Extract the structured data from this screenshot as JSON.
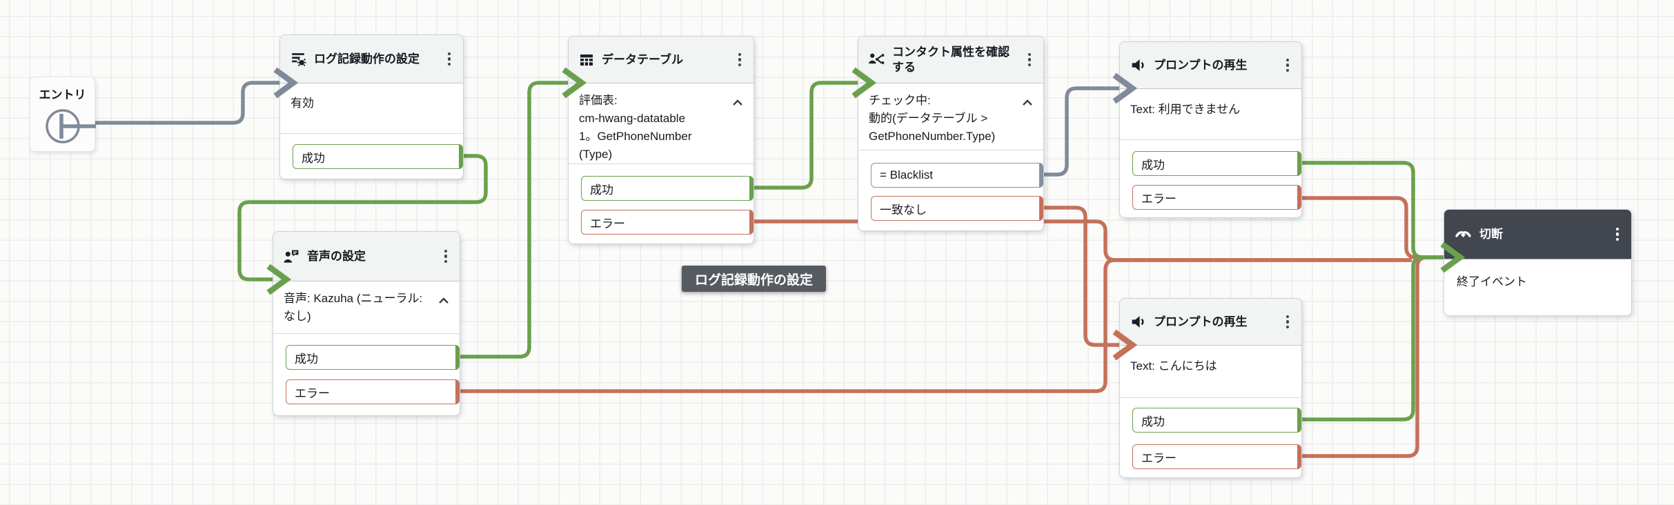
{
  "colors": {
    "success": "#6aa04d",
    "error": "#c4715a",
    "neutral": "#7f8b9a",
    "disconnect_header": "#42464e",
    "node_header_bg": "#f2f3f3",
    "tooltip_bg": "#565b61",
    "canvas_bg": "#fbfbfa"
  },
  "entry": {
    "label": "エントリ",
    "icon": "entry-start-icon"
  },
  "tooltip": {
    "text": "ログ記録動作の設定"
  },
  "nodes": [
    {
      "id": "set-logging",
      "title": "ログ記録動作の設定",
      "icon": "log-settings-icon",
      "menu_icon": "kebab-menu-icon",
      "body_lines": [
        "有効"
      ],
      "ports": [
        {
          "label": "成功",
          "type": "success"
        }
      ]
    },
    {
      "id": "data-table",
      "title": "データテーブル",
      "icon": "data-table-icon",
      "menu_icon": "kebab-menu-icon",
      "collapsible": true,
      "body_lines": [
        "評価表:",
        "cm-hwang-datatable",
        "1。GetPhoneNumber",
        "(Type)"
      ],
      "ports": [
        {
          "label": "成功",
          "type": "success"
        },
        {
          "label": "エラー",
          "type": "error"
        }
      ]
    },
    {
      "id": "check-contact-attributes",
      "title": "コンタクト属性を確認する",
      "icon": "check-attributes-icon",
      "menu_icon": "kebab-menu-icon",
      "collapsible": true,
      "body_lines": [
        "チェック中:",
        "動的(データテーブル >",
        "GetPhoneNumber.Type)"
      ],
      "ports": [
        {
          "label": "= Blacklist",
          "type": "neutral"
        },
        {
          "label": "一致なし",
          "type": "error"
        }
      ]
    },
    {
      "id": "play-prompt-1",
      "title": "プロンプトの再生",
      "icon": "play-prompt-icon",
      "menu_icon": "kebab-menu-icon",
      "body_lines": [
        "Text: 利用できません"
      ],
      "ports": [
        {
          "label": "成功",
          "type": "success"
        },
        {
          "label": "エラー",
          "type": "error"
        }
      ]
    },
    {
      "id": "set-voice",
      "title": "音声の設定",
      "icon": "set-voice-icon",
      "menu_icon": "kebab-menu-icon",
      "collapsible": true,
      "body_lines": [
        "音声: Kazuha (ニューラル:",
        "なし)"
      ],
      "ports": [
        {
          "label": "成功",
          "type": "success"
        },
        {
          "label": "エラー",
          "type": "error"
        }
      ]
    },
    {
      "id": "play-prompt-2",
      "title": "プロンプトの再生",
      "icon": "play-prompt-icon",
      "menu_icon": "kebab-menu-icon",
      "body_lines": [
        "Text: こんにちは"
      ],
      "ports": [
        {
          "label": "成功",
          "type": "success"
        },
        {
          "label": "エラー",
          "type": "error"
        }
      ]
    },
    {
      "id": "disconnect",
      "title": "切断",
      "icon": "disconnect-icon",
      "menu_icon": "kebab-menu-icon",
      "dark_header": true,
      "body_lines": [
        "終了イベント"
      ],
      "ports": []
    }
  ],
  "edges": [
    {
      "from": "entry",
      "outcome": "",
      "to": "set-logging",
      "color": "neutral"
    },
    {
      "from": "set-logging",
      "outcome": "成功",
      "to": "set-voice",
      "color": "success"
    },
    {
      "from": "set-voice",
      "outcome": "成功",
      "to": "data-table",
      "color": "success"
    },
    {
      "from": "set-voice",
      "outcome": "エラー",
      "to": "disconnect",
      "color": "error"
    },
    {
      "from": "data-table",
      "outcome": "成功",
      "to": "check-contact-attributes",
      "color": "success"
    },
    {
      "from": "data-table",
      "outcome": "エラー",
      "to": "disconnect",
      "color": "error"
    },
    {
      "from": "check-contact-attributes",
      "outcome": "= Blacklist",
      "to": "play-prompt-1",
      "color": "neutral"
    },
    {
      "from": "check-contact-attributes",
      "outcome": "一致なし",
      "to": "play-prompt-2",
      "color": "error"
    },
    {
      "from": "play-prompt-1",
      "outcome": "成功",
      "to": "disconnect",
      "color": "success"
    },
    {
      "from": "play-prompt-1",
      "outcome": "エラー",
      "to": "disconnect",
      "color": "error"
    },
    {
      "from": "play-prompt-2",
      "outcome": "成功",
      "to": "disconnect",
      "color": "success"
    },
    {
      "from": "play-prompt-2",
      "outcome": "エラー",
      "to": "disconnect",
      "color": "error"
    }
  ]
}
